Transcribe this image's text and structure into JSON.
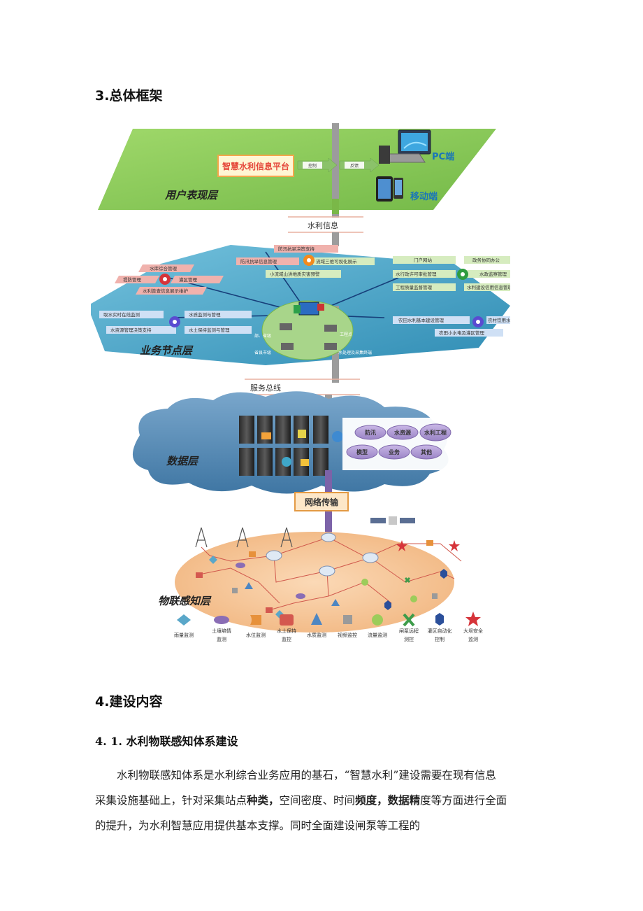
{
  "headings": {
    "framework": "3.总体框架",
    "construction": "4.建设内容",
    "subsection": "4. 1. 水利物联感知体系建设"
  },
  "paragraph": {
    "line1": "水利物联感知体系是水利综合业务应用的基石，“智慧水利”建设需要在现有信息",
    "line2_a": "采集设施基础上，针对采",
    "line2_b": "集站点",
    "line2_c": "种类，",
    "line2_d": "空间密度、时间",
    "line2_e": "频度，",
    "line2_f": "数据精",
    "line2_g": "度等方面进行全面",
    "line3": "的提升，为水利智慧应用提供基本支撑。同时全面建设闸泵等工程的"
  },
  "diagram": {
    "layers": {
      "user": "用户表现层",
      "business": "业务节点层",
      "data": "数据层",
      "iot": "物联感知层"
    },
    "platform": "智慧水利信息平台",
    "arrows": [
      "控制",
      "反馈"
    ],
    "endpoints": {
      "pc": "PC端",
      "mobile": "移动端"
    },
    "buses": {
      "water_info": "水利信息",
      "service_bus": "服务总线"
    },
    "network": "网络传输",
    "business_nodes": {
      "top": [
        "防汛抗旱决策支持",
        "防汛抗旱信息管理",
        "流域三维可视化展示",
        "小流域山洪地质灾害预警"
      ],
      "left_top": [
        "水库综合管理",
        "堤防管理",
        "灌区管理",
        "水利普查信息展示维护"
      ],
      "left_bottom": [
        "取水实时在线监测",
        "水资源管理决策支持",
        "水质监测与管理",
        "水土保持监测与管理"
      ],
      "right_top": [
        "门户网站",
        "政务协同办公",
        "水行政许可审批管理",
        "水政监察管理",
        "工程质量监督管理",
        "水利建设信用信息管理"
      ],
      "right_bottom": [
        "农田水利基本建设管理",
        "农村饮用水管理",
        "农田小水电及灌区管理"
      ],
      "cloud": [
        "部、省级",
        "工程点",
        "省县市级",
        "水处理及采集终端"
      ]
    },
    "databases": [
      "防汛",
      "水资源",
      "水利工程",
      "模型",
      "业务",
      "其他"
    ],
    "legend": [
      {
        "label": "雨量监测",
        "shape": "diamond",
        "color": "#5aa7c9"
      },
      {
        "label": "土壤墒情监测",
        "shape": "ellipse",
        "color": "#8a6db5"
      },
      {
        "label": "水位监测",
        "shape": "tag",
        "color": "#e7913b"
      },
      {
        "label": "水土保持监控",
        "shape": "rect",
        "color": "#d4584f"
      },
      {
        "label": "水质监测",
        "shape": "triangle",
        "color": "#4d86c2"
      },
      {
        "label": "视频监控",
        "shape": "square",
        "color": "#9a9a9a"
      },
      {
        "label": "流量监测",
        "shape": "circle",
        "color": "#9ccc5a"
      },
      {
        "label": "闸泵远程测控",
        "shape": "xstar",
        "color": "#3e9c4a"
      },
      {
        "label": "灌区自动化控制",
        "shape": "hexagon",
        "color": "#2b4f9a"
      },
      {
        "label": "大坝安全监测",
        "shape": "star",
        "color": "#d6343a"
      }
    ],
    "colors": {
      "green_plane": "#8ccf58",
      "blue_plane": "#4aa6c8",
      "cloud": "#5b8fb8",
      "sensor_plane": "#f6c493",
      "pillar_green": "#7ab848",
      "pillar_purple": "#7c63a8",
      "pink_box": "#f0b2ad",
      "green_box": "#d6ecbf"
    }
  }
}
